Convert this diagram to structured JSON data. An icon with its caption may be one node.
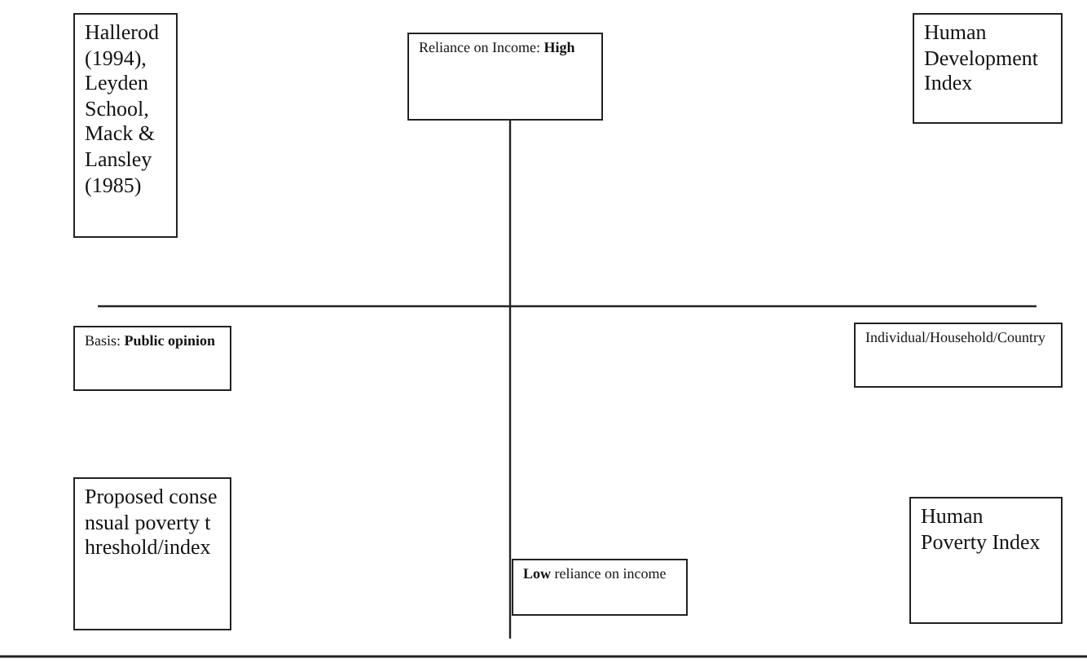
{
  "diagram": {
    "nodes": [
      {
        "text": [
          "Hallerod (1994), Leyden School, Mack & Lansley (1985)"
        ]
      },
      {
        "text": [
          "Reliance on Income: **High**"
        ]
      },
      {
        "text": [
          "Human Development Index"
        ]
      },
      {
        "text": [
          "Basis: **Public opinion**"
        ]
      },
      {
        "text": [
          "Individual/Household/Country"
        ]
      },
      {
        "text": [
          "Proposed consensual poverty threshold/index"
        ]
      },
      {
        "text": [
          "Human Poverty Index"
        ]
      },
      {
        "text": [
          "**Low** reliance on income"
        ]
      }
    ]
  }
}
